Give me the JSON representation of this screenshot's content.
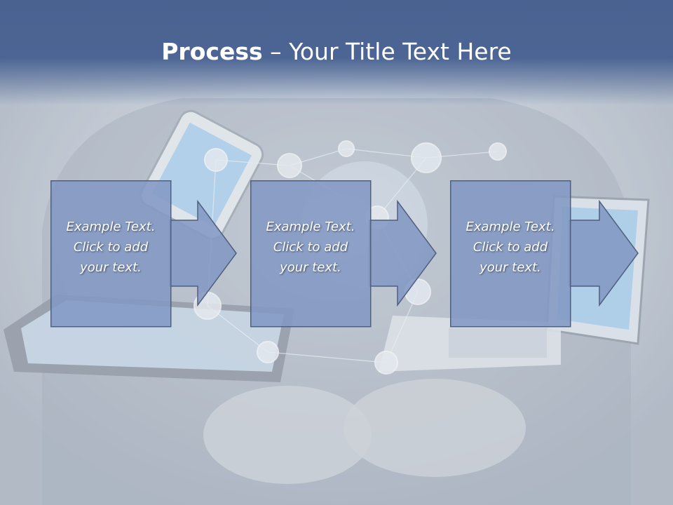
{
  "title": {
    "bold": "Process",
    "separator": " – ",
    "rest": "Your Title Text Here"
  },
  "steps": [
    {
      "line1": "Example Text.",
      "line2": "Click  to add",
      "line3": "your text."
    },
    {
      "line1": "Example Text.",
      "line2": "Click  to add",
      "line3": "your text."
    },
    {
      "line1": "Example Text.",
      "line2": "Click  to add",
      "line3": "your text."
    }
  ],
  "colors": {
    "header": "#4c6594",
    "box_fill": "#8398c4",
    "box_border": "#4f5f7e",
    "text": "#ffffff"
  }
}
